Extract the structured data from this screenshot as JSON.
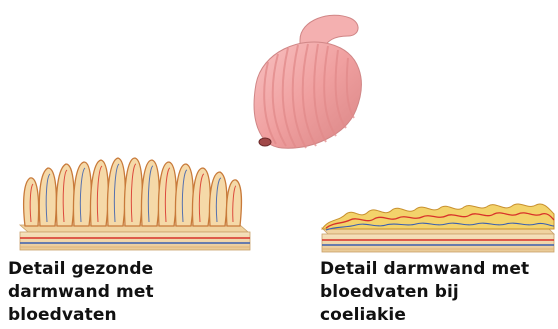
{
  "captions": {
    "healthy": {
      "line1": "Detail gezonde",
      "line2": "darmwand met",
      "line3": "bloedvaten"
    },
    "celiac": {
      "line1": "Detail darmwand met",
      "line2": "bloedvaten bij",
      "line3": "coeliakie"
    }
  },
  "colors": {
    "intestine_pink": "#f2a0a0",
    "intestine_dark": "#d97a7a",
    "villi_outline": "#c87a3a",
    "villi_fill": "#f5d7a8",
    "artery_red": "#d8322a",
    "vein_blue": "#3a5fb0",
    "tissue_cream": "#f4e0b8",
    "yellow_tissue": "#f3d36b"
  }
}
